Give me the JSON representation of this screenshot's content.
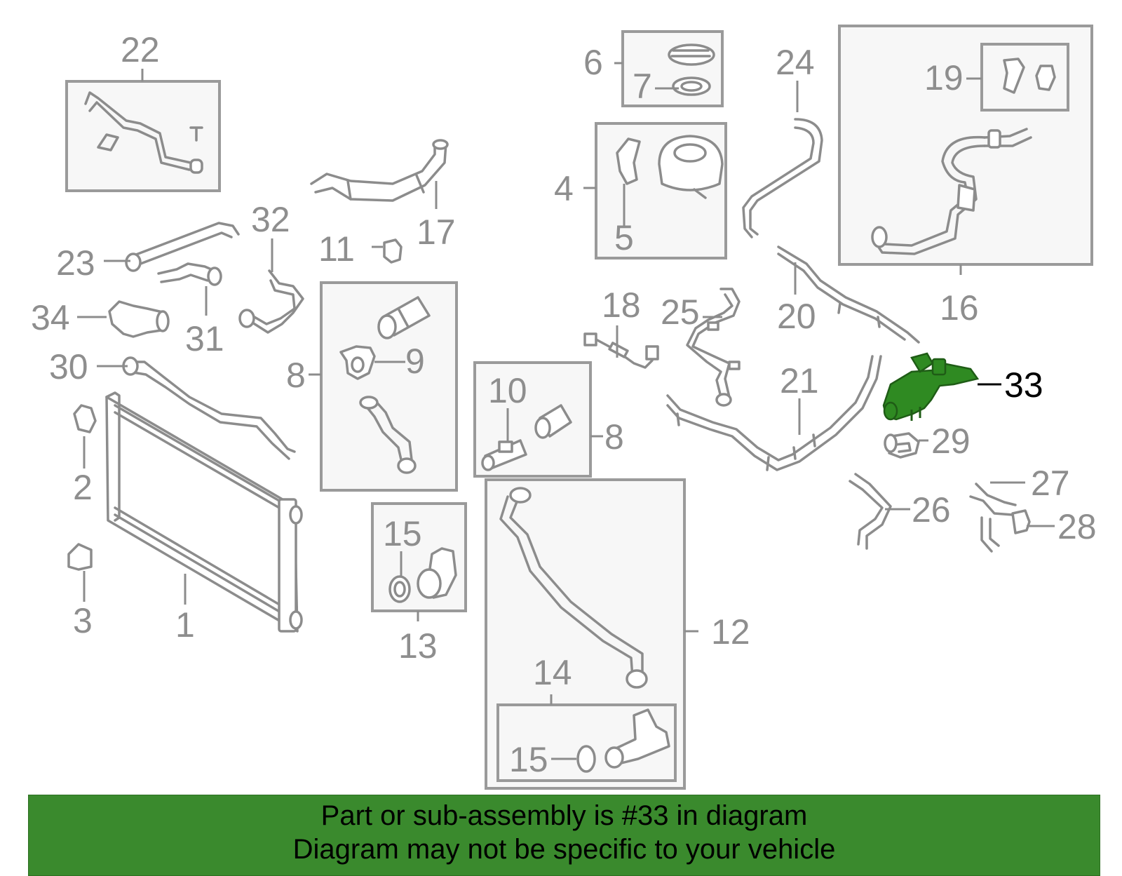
{
  "callouts": {
    "c1": "1",
    "c2": "2",
    "c3": "3",
    "c4": "4",
    "c5": "5",
    "c6": "6",
    "c7": "7",
    "c8a": "8",
    "c8b": "8",
    "c9": "9",
    "c10": "10",
    "c11": "11",
    "c12": "12",
    "c13": "13",
    "c14": "14",
    "c15a": "15",
    "c15b": "15",
    "c16": "16",
    "c17": "17",
    "c18": "18",
    "c19": "19",
    "c20": "20",
    "c21": "21",
    "c22": "22",
    "c23": "23",
    "c24": "24",
    "c25": "25",
    "c26": "26",
    "c27": "27",
    "c28": "28",
    "c29": "29",
    "c30": "30",
    "c31": "31",
    "c32": "32",
    "c33": "33",
    "c34": "34"
  },
  "highlighted_part": "33",
  "banner": {
    "line1": "Part or sub-assembly is #33 in diagram",
    "line2": "Diagram may not be specific to your vehicle"
  },
  "colors": {
    "highlight": "#2f8a22",
    "banner": "#3a8a2d",
    "part_line": "#8c8c8c",
    "label": "#8e8e8e"
  }
}
